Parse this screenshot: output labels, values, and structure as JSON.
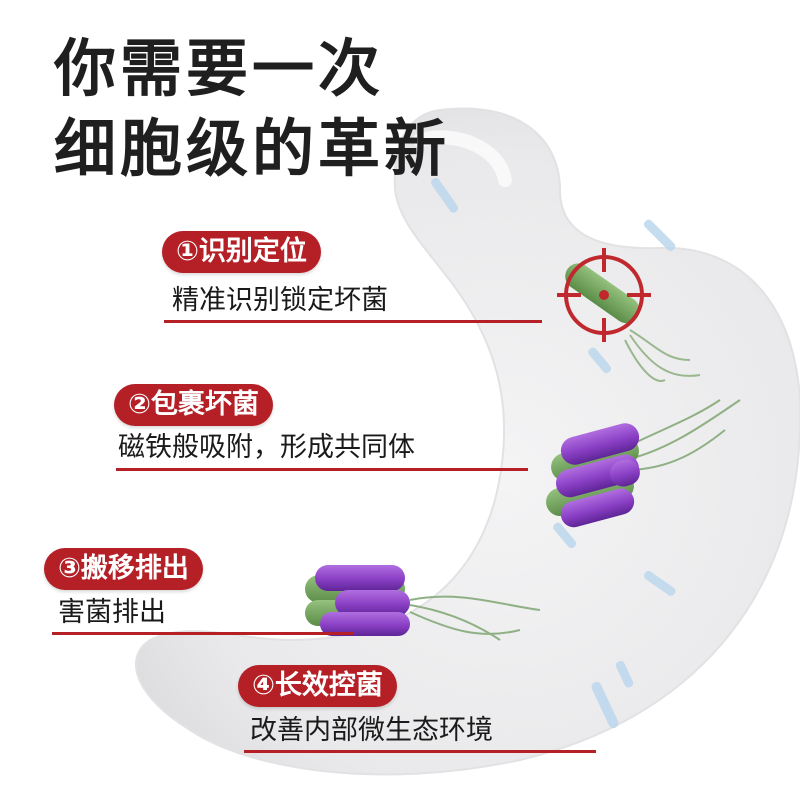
{
  "headline": {
    "line1": "你需要一次",
    "line2": "细胞级的革新"
  },
  "steps": [
    {
      "badge": "①识别定位",
      "desc": "精准识别锁定坏菌"
    },
    {
      "badge": "②包裹坏菌",
      "desc": "磁铁般吸附，形成共同体"
    },
    {
      "badge": "③搬移排出",
      "desc": "害菌排出"
    },
    {
      "badge": "④长效控菌",
      "desc": "改善内部微生态环境"
    }
  ],
  "colors": {
    "accent": "#b51f26",
    "text": "#1f1f1f",
    "bacteria_green": "#6fa35a",
    "probiotic_purple": "#8a3fc4",
    "stomach_bg": "#eeeeef"
  },
  "icons": [
    "target-crosshair-icon",
    "bacterium-icon",
    "probiotic-capsule-icon"
  ]
}
